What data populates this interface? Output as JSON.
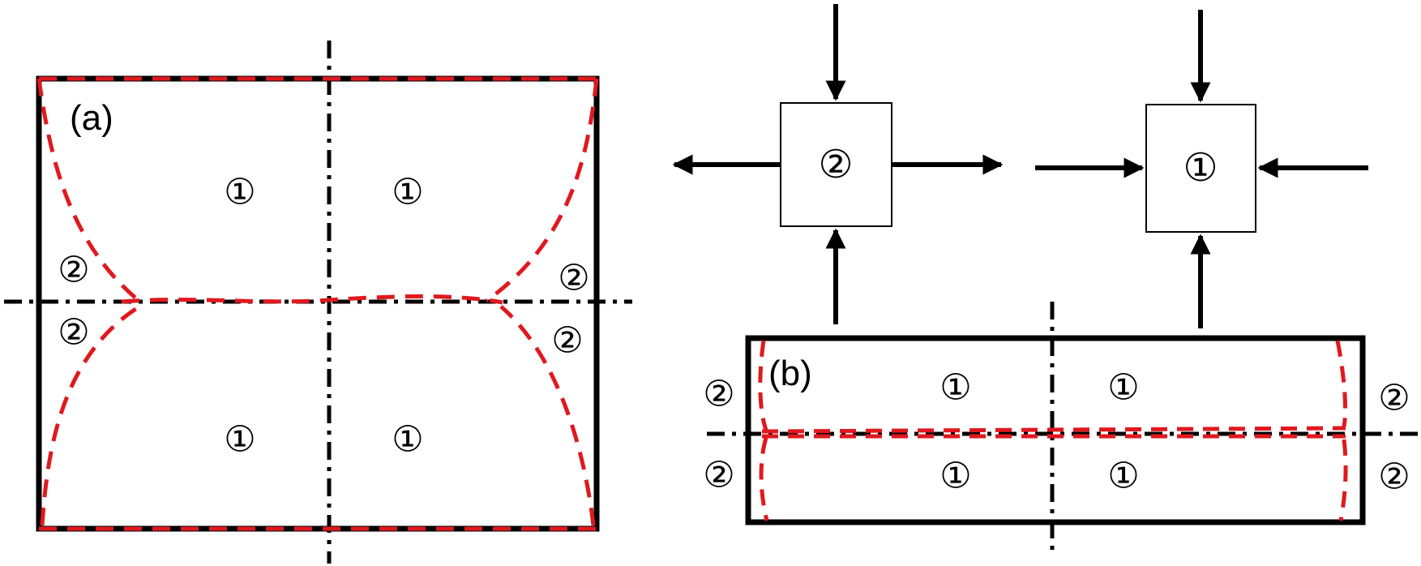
{
  "panels": {
    "a": {
      "label": "(a)",
      "zone_labels": [
        "①",
        "①",
        "①",
        "①",
        "②",
        "②",
        "②",
        "②"
      ]
    },
    "b": {
      "label": "(b)",
      "zone_labels": [
        "①",
        "①",
        "①",
        "①",
        "②",
        "②",
        "②",
        "②"
      ]
    }
  },
  "stress_elements": [
    {
      "label": "②",
      "state": "horizontal arrows outward, vertical arrows inward"
    },
    {
      "label": "①",
      "state": "all arrows inward"
    }
  ],
  "colors": {
    "outline": "#000000",
    "boundary_dashed": "#e0191f",
    "background": "#ffffff"
  }
}
